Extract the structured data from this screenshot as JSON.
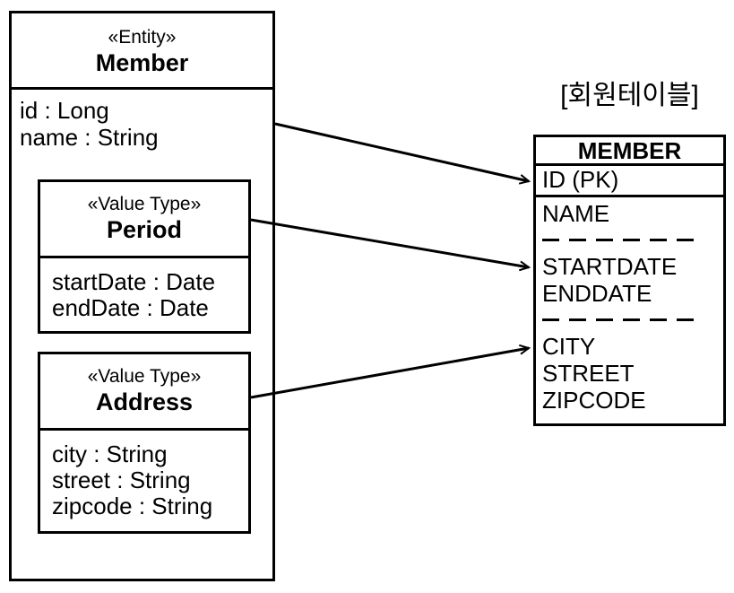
{
  "colors": {
    "line": "#000000",
    "background": "#ffffff"
  },
  "entity": {
    "stereotype": "«Entity»",
    "name": "Member",
    "attributes": [
      "id : Long",
      "name : String"
    ]
  },
  "period": {
    "stereotype": "«Value Type»",
    "name": "Period",
    "attributes": [
      "startDate : Date",
      "endDate : Date"
    ]
  },
  "address": {
    "stereotype": "«Value Type»",
    "name": "Address",
    "attributes": [
      "city : String",
      "street : String",
      "zipcode : String"
    ]
  },
  "db_table": {
    "caption": "[회원테이블]",
    "title": "MEMBER",
    "pk_row": "ID (PK)",
    "groups": [
      {
        "rows": [
          "NAME"
        ]
      },
      {
        "rows": [
          "STARTDATE",
          "ENDDATE"
        ]
      },
      {
        "rows": [
          "CITY",
          "STREET",
          "ZIPCODE"
        ]
      }
    ]
  }
}
